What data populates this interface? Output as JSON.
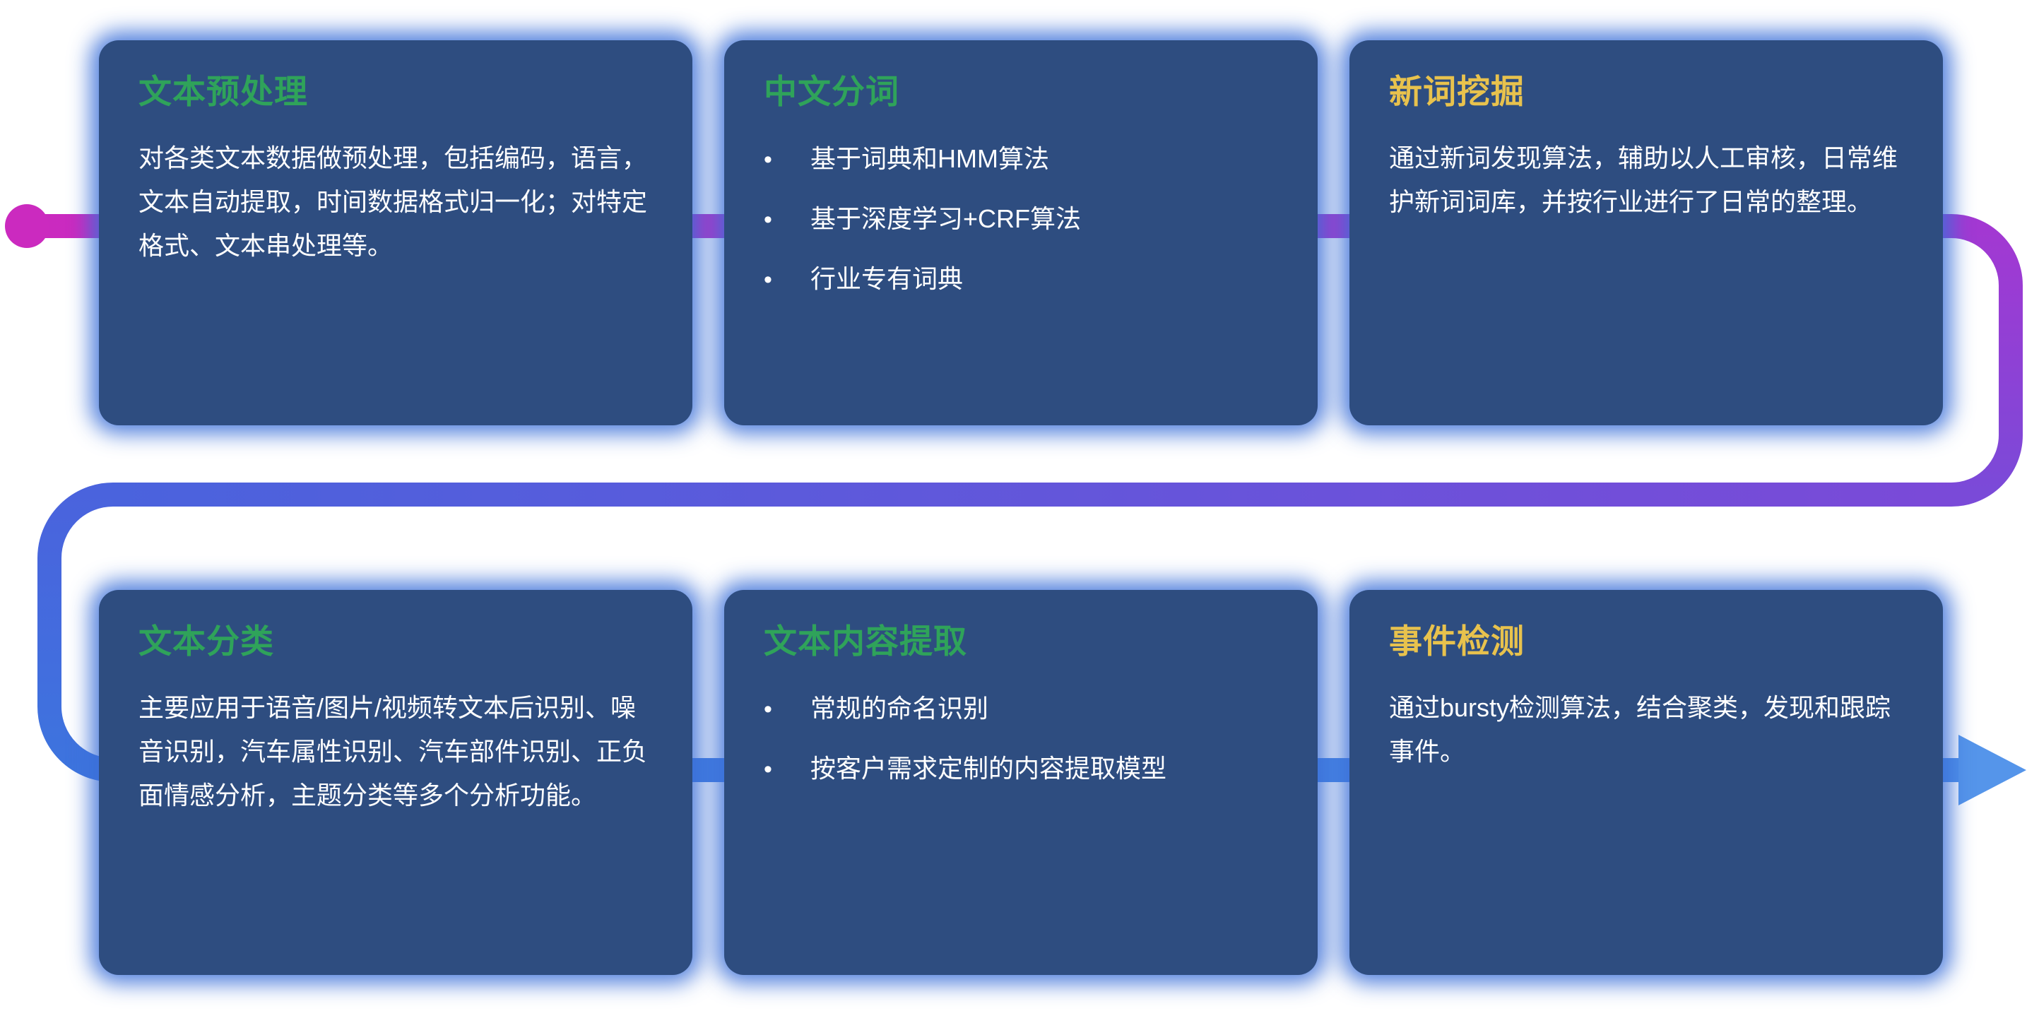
{
  "diagram": {
    "type": "feature-flow",
    "flow_description": "snaking pipeline from magenta start dot through top row, looping down through bottom row to blue arrow"
  },
  "colors": {
    "card_background": "#2e4d80",
    "card_glow": "#3b6fd8",
    "title_green": "#2fa35a",
    "title_yellow": "#e8c24d",
    "body_text": "#ffffff",
    "flow_start_magenta": "#cb2abf",
    "flow_purple": "#7a4ad8",
    "flow_blue": "#3d74de",
    "flow_arrow_blue": "#5595ea"
  },
  "cards": [
    {
      "title": "文本预处理",
      "body": "对各类文本数据做预处理，包括编码，语言，文本自动提取，时间数据格式归一化；对特定格式、文本串处理等。"
    },
    {
      "title": "中文分词",
      "bullets": [
        "基于词典和HMM算法",
        "基于深度学习+CRF算法",
        "行业专有词典"
      ]
    },
    {
      "title": "新词挖掘",
      "body": "通过新词发现算法，辅助以人工审核，日常维护新词词库，并按行业进行了日常的整理。"
    },
    {
      "title": "文本分类",
      "body": "主要应用于语音/图片/视频转文本后识别、噪音识别，汽车属性识别、汽车部件识别、正负面情感分析，主题分类等多个分析功能。"
    },
    {
      "title": "文本内容提取",
      "bullets": [
        "常规的命名识别",
        "按客户需求定制的内容提取模型"
      ]
    },
    {
      "title": "事件检测",
      "body": "通过bursty检测算法，结合聚类，发现和跟踪事件。"
    }
  ]
}
